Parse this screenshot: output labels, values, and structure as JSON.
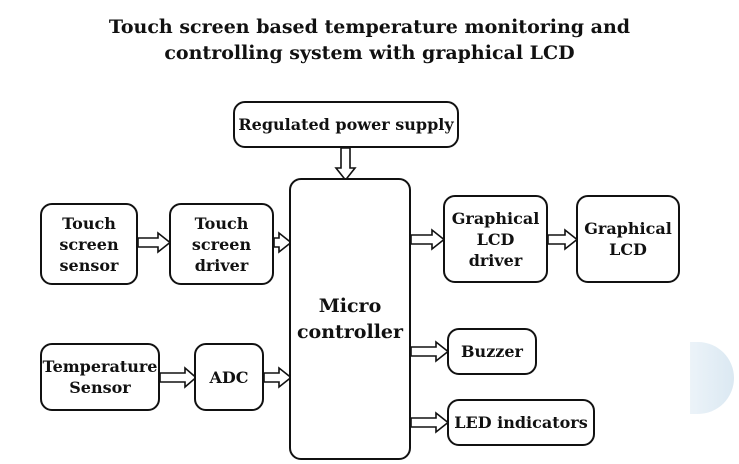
{
  "title": {
    "line1": "Touch screen based temperature monitoring and",
    "line2": "controlling system with graphical LCD"
  },
  "blocks": {
    "power_supply": "Regulated power supply",
    "touch_sensor": "Touch\nscreen\nsensor",
    "touch_driver": "Touch\nscreen\ndriver",
    "microcontroller": "Micro\ncontroller",
    "glcd_driver": "Graphical\nLCD\ndriver",
    "glcd": "Graphical\nLCD",
    "temp_sensor": "Temperature\nSensor",
    "adc": "ADC",
    "buzzer": "Buzzer",
    "led_indicators": "LED indicators"
  }
}
